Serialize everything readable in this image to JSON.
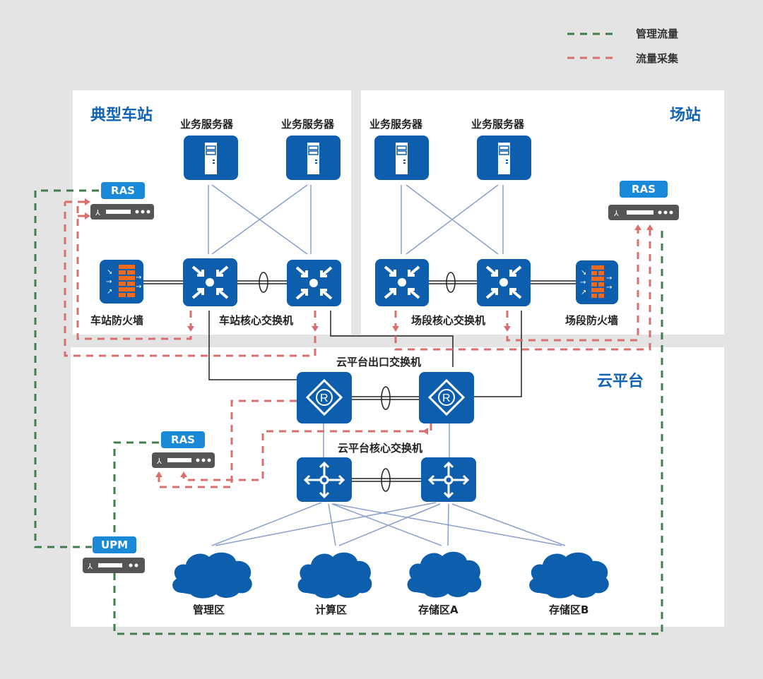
{
  "legend": [
    {
      "label": "管理流量",
      "color": "#3f7d4a"
    },
    {
      "label": "流量采集",
      "color": "#d9706d"
    }
  ],
  "regions": {
    "station": {
      "title": "典型车站"
    },
    "depot": {
      "title": "场站"
    },
    "cloud": {
      "title": "云平台"
    }
  },
  "station": {
    "servers": [
      "业务服务器",
      "业务服务器"
    ],
    "firewall_label": "车站防火墙",
    "core_switch_label": "车站核心交换机",
    "ras_label": "RAS"
  },
  "depot": {
    "servers": [
      "业务服务器",
      "业务服务器"
    ],
    "firewall_label": "场段防火墙",
    "core_switch_label": "场段核心交换机",
    "ras_label": "RAS"
  },
  "cloud": {
    "egress_switch_label": "云平台出口交换机",
    "core_switch_label": "云平台核心交换机",
    "ras_label": "RAS",
    "upm_label": "UPM",
    "zones": [
      "管理区",
      "计算区",
      "存储区A",
      "存储区B"
    ]
  },
  "colors": {
    "device_blue": "#0d5fae",
    "badge_blue": "#1a8ad8",
    "management": "#3f7d4a",
    "collection": "#d9706d",
    "firewall_brick": "#f06a1e"
  }
}
